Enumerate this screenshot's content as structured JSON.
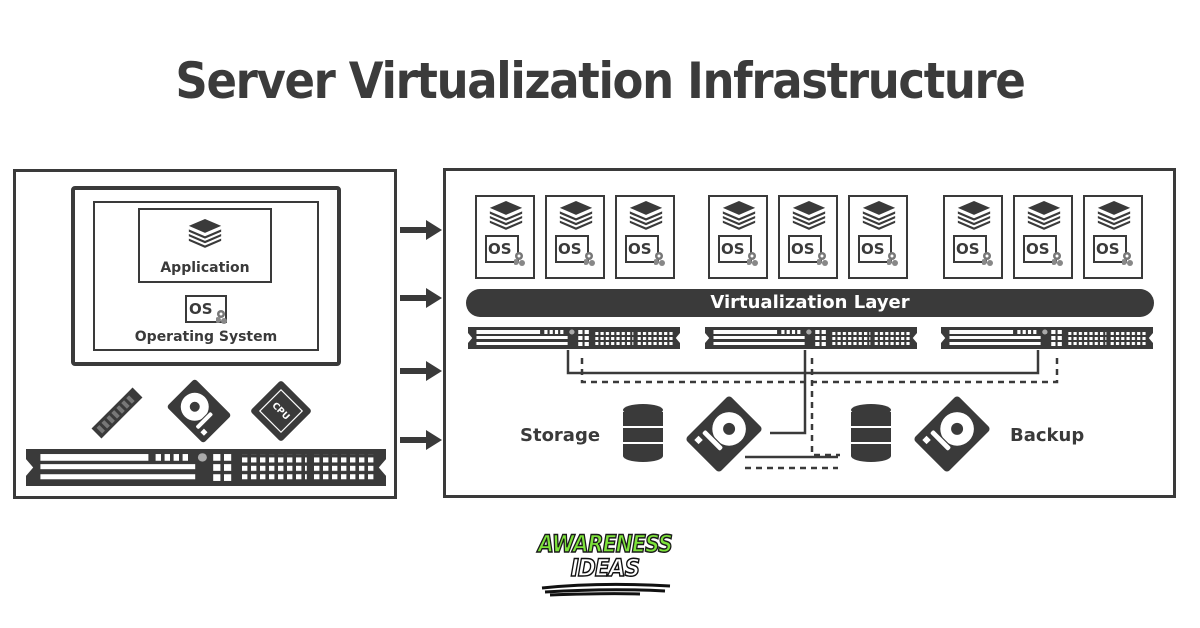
{
  "title": "Server Virtualization Infrastructure",
  "physical_server": {
    "application_label": "Application",
    "os_label": "OS",
    "operating_system_label": "Operating System",
    "components": [
      "ram-stick",
      "hard-drive",
      "cpu-chip"
    ],
    "cpu_label": "CPU"
  },
  "arrows_count": 4,
  "virtualized": {
    "vm_groups": [
      {
        "vms": [
          {
            "os_label": "OS"
          },
          {
            "os_label": "OS"
          },
          {
            "os_label": "OS"
          }
        ]
      },
      {
        "vms": [
          {
            "os_label": "OS"
          },
          {
            "os_label": "OS"
          },
          {
            "os_label": "OS"
          }
        ]
      },
      {
        "vms": [
          {
            "os_label": "OS"
          },
          {
            "os_label": "OS"
          },
          {
            "os_label": "OS"
          }
        ]
      }
    ],
    "layer_label": "Virtualization Layer",
    "storage_label": "Storage",
    "backup_label": "Backup"
  },
  "logo": {
    "line1": "AWARENESS",
    "line2": "IDEAS",
    "accent_color": "#7de33a"
  },
  "colors": {
    "ink": "#3a3a3a",
    "background": "#ffffff"
  }
}
